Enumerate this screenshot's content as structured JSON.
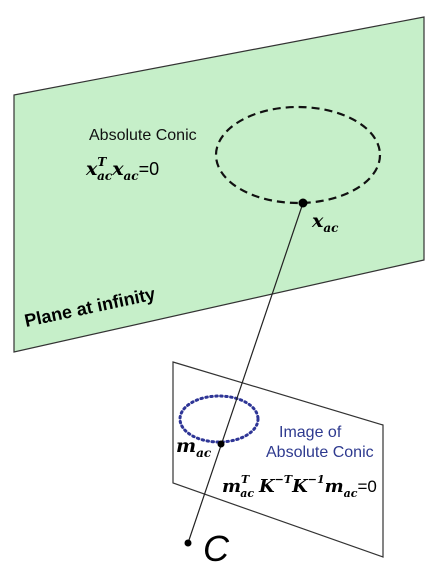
{
  "plane_at_infinity": {
    "label": "Plane at infinity",
    "fill_color": "#c6efc9",
    "stroke_color": "#333333"
  },
  "absolute_conic": {
    "title": "Absolute Conic",
    "equation": {
      "base1": "x",
      "sup1": "T",
      "sub1": "ac",
      "base2": "x",
      "sub2": "ac",
      "rhs": "=0"
    },
    "point_label": {
      "base": "x",
      "sub": "ac"
    }
  },
  "image_plane": {
    "fill_color": "#ffffff",
    "stroke_color": "#333333"
  },
  "image_of_absolute_conic": {
    "title_line1": "Image of",
    "title_line2": "Absolute Conic",
    "title_color": "#2e3a8f",
    "dot_color": "#2e3596",
    "point_label": {
      "base": "m",
      "sub": "ac"
    },
    "equation": {
      "m1": "m",
      "m1_sup": "T",
      "m1_sub": "ac",
      "k1": "K",
      "k1_sup": "−T",
      "k2": "K",
      "k2_sup": "−1",
      "m2": "m",
      "m2_sub": "ac",
      "rhs": "=0"
    }
  },
  "camera_center": {
    "label": "C"
  }
}
